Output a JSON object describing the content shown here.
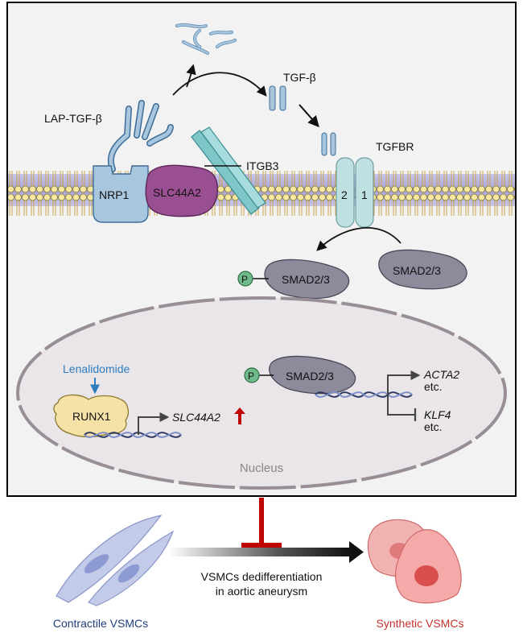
{
  "labels": {
    "lap_tgf_beta": "LAP-TGF-β",
    "tgf_beta": "TGF-β",
    "itgb3": "ITGB3",
    "tgfbr": "TGFBR",
    "nrp1": "NRP1",
    "slc44a2_protein": "SLC44A2",
    "tgfbr_sub2": "2",
    "tgfbr_sub1": "1",
    "smad_phos": "SMAD2/3",
    "smad_free": "SMAD2/3",
    "smad_nuclear": "SMAD2/3",
    "phospho": "P",
    "lenalidomide": "Lenalidomide",
    "runx1": "RUNX1",
    "slc44a2_gene": "SLC44A2",
    "acta2": "ACTA2",
    "klf4": "KLF4",
    "etc1": "etc.",
    "etc2": "etc.",
    "nucleus": "Nucleus",
    "process_line1": "VSMCs dedifferentiation",
    "process_line2": "in aortic aneurysm",
    "contractile": "Contractile VSMCs",
    "synthetic": "Synthetic VSMCs"
  },
  "colors": {
    "receptor_blue": "#a9c6df",
    "slc_purple": "#9b4f93",
    "smad_gray": "#8d8a9c",
    "phospho_green": "#6fba8a",
    "runx1_yellow": "#f6e2a7",
    "inhibit_red": "#c00000",
    "contractile_text": "#1f3f7a",
    "synthetic_text": "#c8312f",
    "lenalidomide_blue": "#2e7dbf"
  }
}
